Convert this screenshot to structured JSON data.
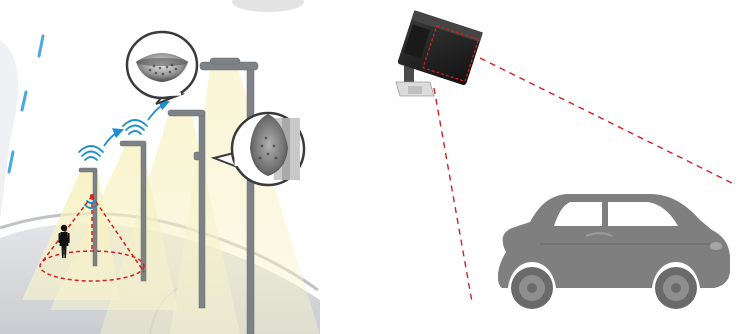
{
  "figure": {
    "panels": [
      {
        "id": "streetlight-network",
        "elements": [
          "road",
          "streetlight-poles",
          "light-cones",
          "wireless-signal-arcs",
          "relay-arrows",
          "pedestrian",
          "detection-zone",
          "sensor-callout-top",
          "sensor-callout-side"
        ]
      },
      {
        "id": "camera-vehicle-detection",
        "elements": [
          "camera-sensor",
          "field-of-view-lines",
          "car-silhouette"
        ]
      }
    ],
    "colors": {
      "road": "#d2d4d8",
      "road_edge": "#bfc2c6",
      "light_cone": "#f3ecb0",
      "pole": "#7d8287",
      "signal": "#1e90d0",
      "detection": "#d42020",
      "callout_bg": "#ffffff",
      "callout_border": "#3a3a3a",
      "camera": "#2a2a2a",
      "car": "#7f7f7f",
      "dash_accent": "#4aa8e0"
    },
    "icons": [
      "wifi-signal-icon",
      "relay-arrow-icon",
      "pedestrian-icon",
      "motion-sensor-icon",
      "camera-icon",
      "car-icon"
    ]
  }
}
